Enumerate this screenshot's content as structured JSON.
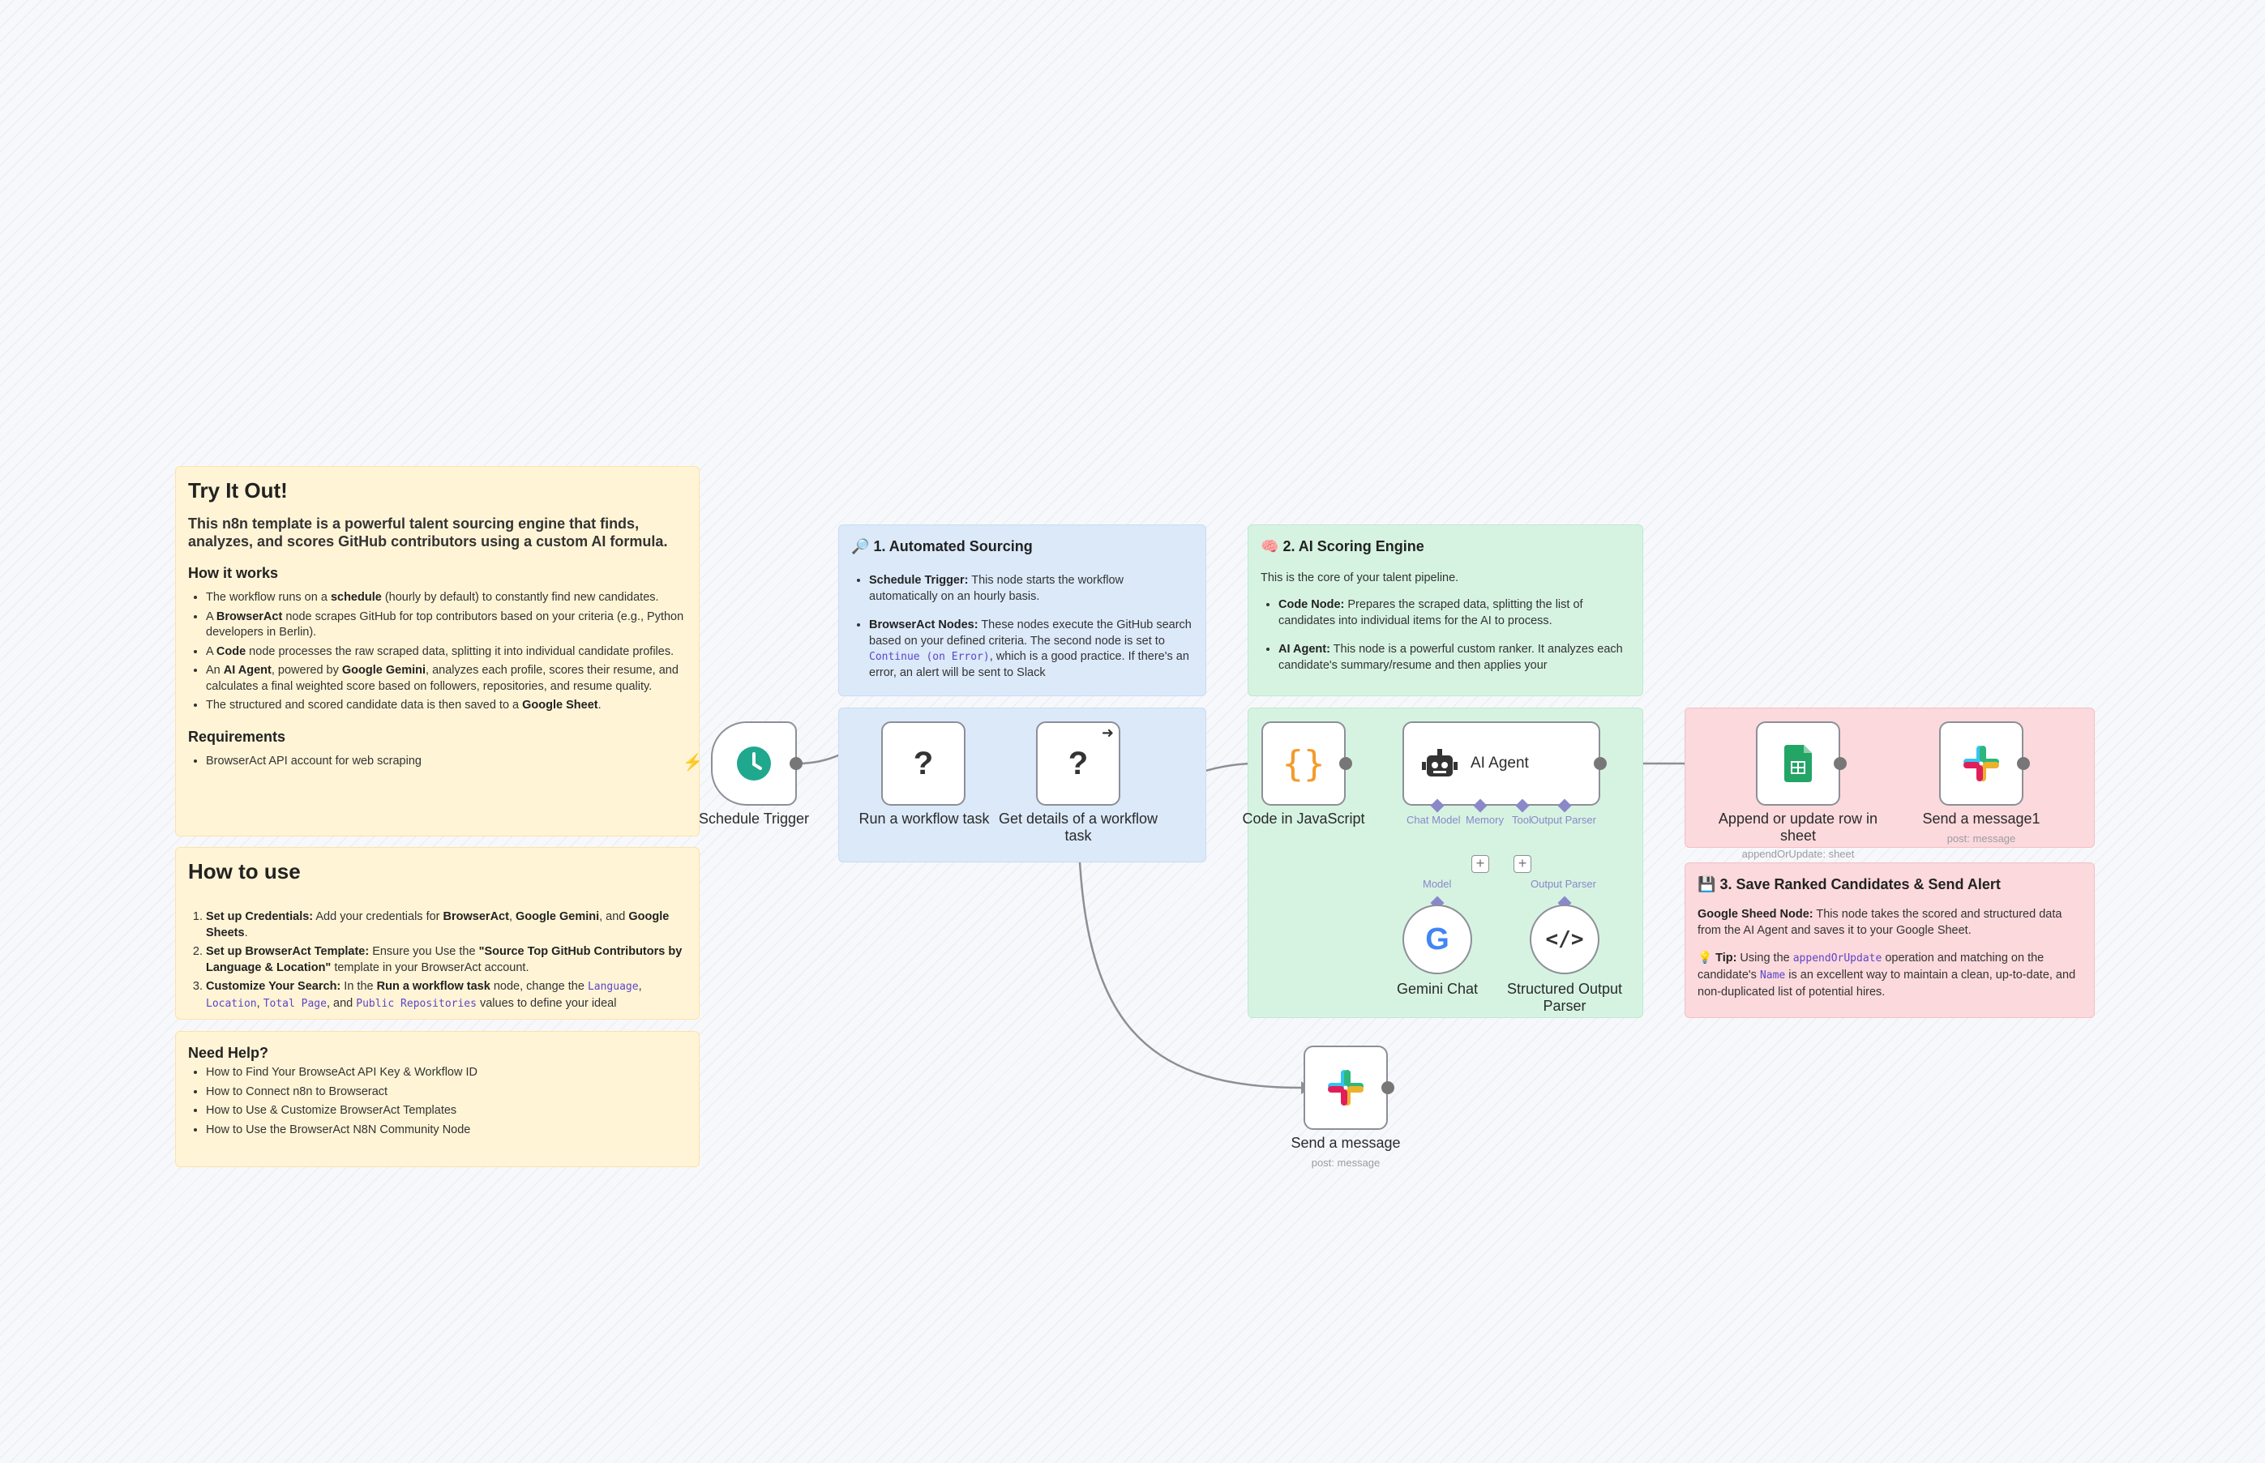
{
  "notes": {
    "try_it_out": {
      "title": "Try It Out!",
      "intro": "This n8n template is a powerful talent sourcing engine that finds, analyzes, and scores GitHub contributors using a custom AI formula.",
      "how_heading": "How it works",
      "how_items": [
        {
          "pre": "The workflow runs on a ",
          "b1": "schedule",
          "post": " (hourly by default) to constantly find new candidates."
        },
        {
          "pre": "A ",
          "b1": "BrowserAct",
          "post": " node scrapes GitHub for top contributors based on your criteria (e.g., Python developers in Berlin)."
        },
        {
          "pre": "A ",
          "b1": "Code",
          "post": " node processes the raw scraped data, splitting it into individual candidate profiles."
        },
        {
          "pre": "An ",
          "b1": "AI Agent",
          "mid": ", powered by ",
          "b2": "Google Gemini",
          "post": ", analyzes each profile, scores their resume, and calculates a final weighted score based on followers, repositories, and resume quality."
        },
        {
          "pre": "The structured and scored candidate data is then saved to a ",
          "b1": "Google Sheet",
          "post": "."
        }
      ],
      "req_heading": "Requirements",
      "req_item": "BrowserAct API account for web scraping"
    },
    "how_to_use": {
      "title": "How to use",
      "items": [
        {
          "b": "Set up Credentials:",
          "t1": " Add your credentials for ",
          "b2": "BrowserAct",
          "t2": ", ",
          "b3": "Google Gemini",
          "t3": ", and ",
          "b4": "Google Sheets",
          "t4": "."
        },
        {
          "b": "Set up BrowserAct Template:",
          "t1": " Ensure you Use the ",
          "b2": "\"Source Top GitHub Contributors by Language & Location\"",
          "t2": " template in your BrowserAct account."
        },
        {
          "b": "Customize Your Search:",
          "t1": " In the ",
          "b2": "Run a workflow task",
          "t2": " node, change the ",
          "c1": "Language",
          "t3": ", ",
          "c2": "Location",
          "t4": ", ",
          "c3": "Total Page",
          "t5": ", and ",
          "c4": "Public Repositories",
          "t6": " values to define your ideal"
        }
      ]
    },
    "need_help": {
      "title": "Need Help?",
      "links": [
        "How to Find Your BrowseAct API Key & Workflow ID",
        "How to Connect n8n to Browseract",
        "How to Use & Customize BrowserAct Templates",
        "How to Use the BrowserAct N8N Community Node"
      ]
    },
    "sourcing": {
      "icon": "🔎",
      "title": "1. Automated Sourcing",
      "items": [
        {
          "b": "Schedule Trigger:",
          "t": " This node starts the workflow automatically on an hourly basis."
        },
        {
          "b": "BrowserAct Nodes:",
          "t": " These nodes execute the GitHub search based on your defined criteria. The second node is set to ",
          "c": "Continue (on Error)",
          "t2": ", which is a good practice. If there's an error, an alert will be sent to Slack"
        }
      ]
    },
    "scoring": {
      "icon": "🧠",
      "title": "2. AI Scoring Engine",
      "intro": "This is the core of your talent pipeline.",
      "items": [
        {
          "b": "Code Node:",
          "t": " Prepares the scraped data, splitting the list of candidates into individual items for the AI to process."
        },
        {
          "b": "AI Agent:",
          "t": " This node is a powerful custom ranker. It analyzes each candidate's summary/resume and then applies your"
        }
      ]
    },
    "save": {
      "icon": "💾",
      "title": "3. Save Ranked Candidates & Send Alert",
      "p1_b": "Google Sheed Node:",
      "p1": " This node takes the scored and structured data from the AI Agent and saves it to your Google Sheet.",
      "tip_icon": "💡",
      "tip_b": "Tip:",
      "tip1": " Using the ",
      "tip_c1": "appendOrUpdate",
      "tip2": " operation and matching on the candidate's ",
      "tip_c2": "Name",
      "tip3": " is an excellent way to maintain a clean, up-to-date, and non-duplicated list of potential hires."
    }
  },
  "nodes": {
    "schedule_trigger": {
      "label": "Schedule Trigger",
      "icon": "clock-icon"
    },
    "run_workflow": {
      "label": "Run a workflow task",
      "glyph": "?"
    },
    "get_details": {
      "label": "Get details of a workflow task",
      "glyph": "?"
    },
    "code_js": {
      "label": "Code in JavaScript",
      "glyph": "{}"
    },
    "ai_agent": {
      "label": "AI Agent",
      "icon": "robot-icon",
      "ports": [
        "Chat Model",
        "Memory",
        "Tool",
        "Output Parser"
      ]
    },
    "gemini_chat": {
      "label": "Gemini Chat",
      "port": "Model"
    },
    "structured_parser": {
      "label": "Structured Output Parser",
      "port": "Output Parser"
    },
    "append_sheet": {
      "label": "Append or update row in sheet",
      "sub": "appendOrUpdate: sheet"
    },
    "send_message1": {
      "label": "Send a message1",
      "sub": "post: message"
    },
    "send_message": {
      "label": "Send a message",
      "sub": "post: message"
    }
  },
  "colors": {
    "yellow_note": "#fff4d6",
    "blue_note": "#dbe9f9",
    "green_note": "#d6f3e2",
    "red_note": "#fbd9dc",
    "link": "#ef5a3c",
    "trigger_teal": "#20a88e",
    "code_orange": "#f39b2b",
    "sheets_green": "#23a566",
    "port_purple": "#8b88c9"
  }
}
